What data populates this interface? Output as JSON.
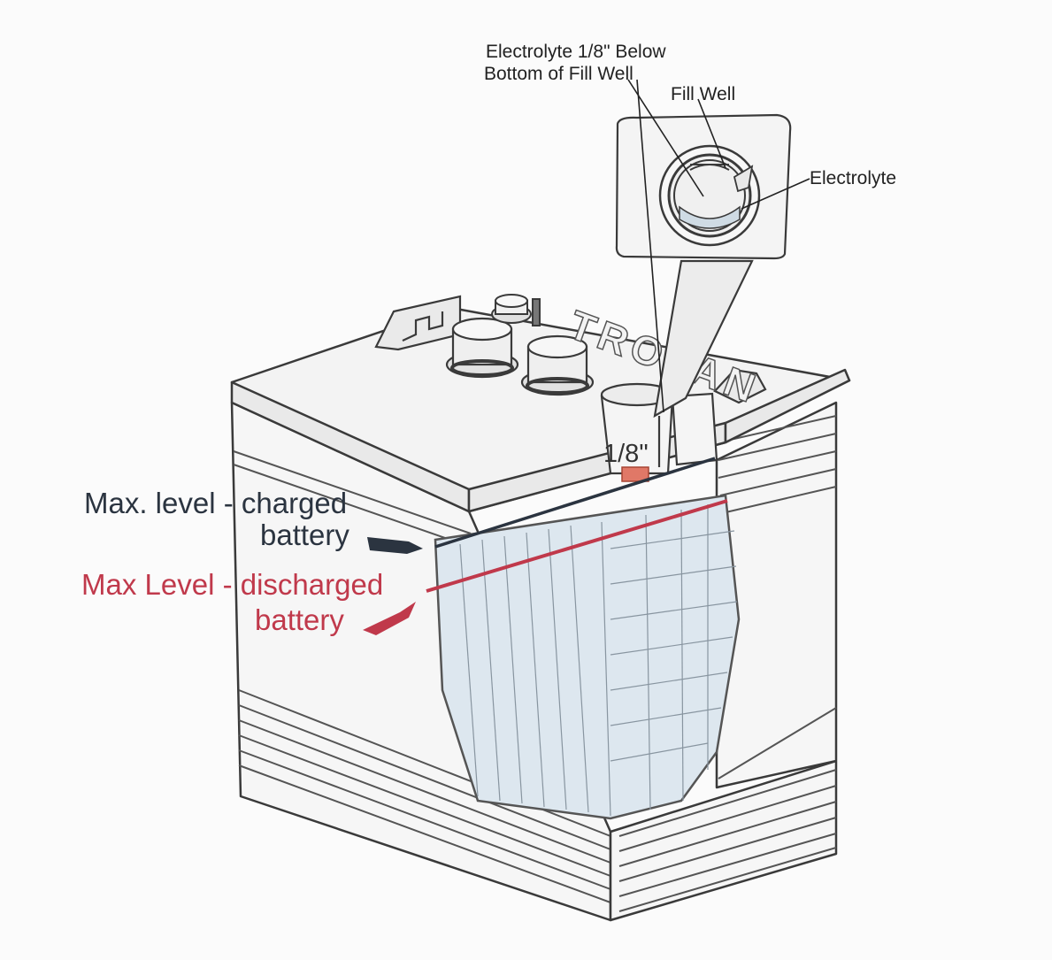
{
  "labels": {
    "fill_level_line1": "Electrolyte 1/8\" Below",
    "fill_level_line2": "Bottom of Fill Well",
    "fill_well": "Fill Well",
    "electrolyte": "Electrolyte",
    "eighth_inch": "1/8\"",
    "brand_text": "TROJAN",
    "charged_line1": "Max. level - charged",
    "charged_line2": "battery",
    "discharged_line1": "Max Level - discharged",
    "discharged_line2": "battery"
  },
  "colors": {
    "charged": "#2b3440",
    "discharged": "#c0394b",
    "fill_tab": "#e07867",
    "line": "#3a3a3a",
    "plates": "#dde7ef",
    "electrolyte": "#cfdbe4"
  }
}
